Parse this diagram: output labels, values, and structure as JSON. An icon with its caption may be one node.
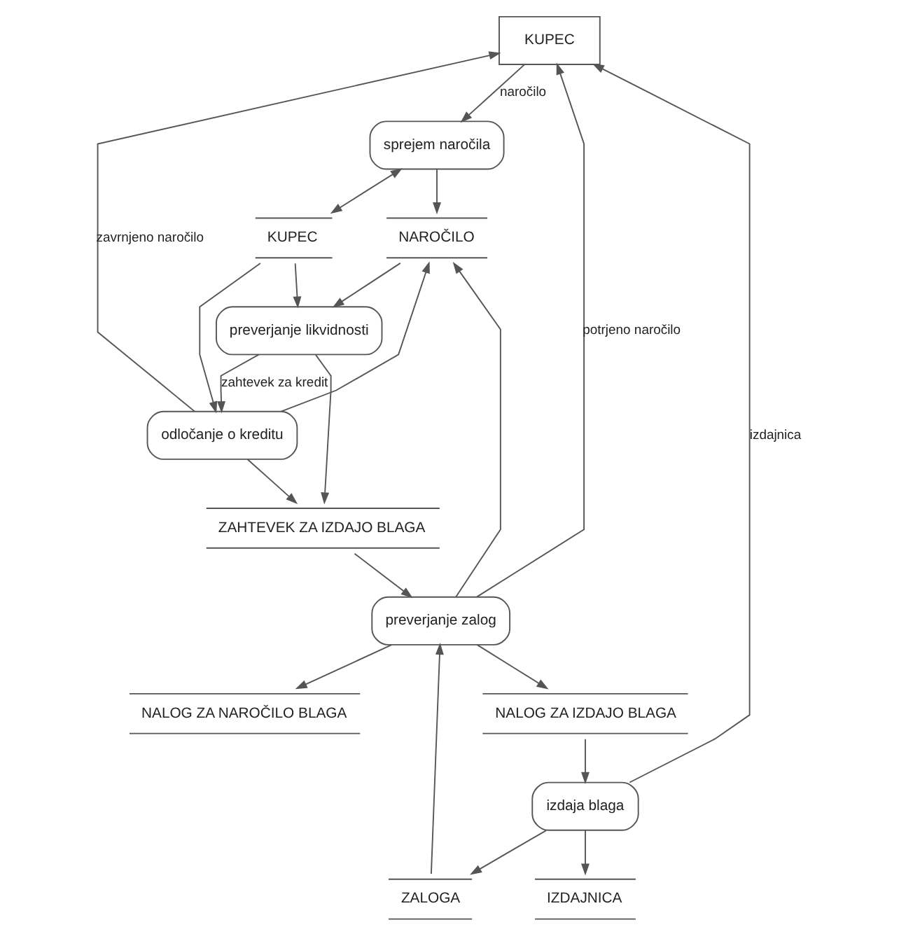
{
  "diagram": {
    "nodes": [
      {
        "text": [
          "KUPEC"
        ]
      },
      {
        "text": [
          "sprejem naročila"
        ]
      },
      {
        "text": [
          "NAROČILO"
        ]
      },
      {
        "text": [
          "KUPEC"
        ]
      },
      {
        "text": [
          "preverjanje likvidnosti"
        ]
      },
      {
        "text": [
          "odločanje o kreditu"
        ]
      },
      {
        "text": [
          "ZAHTEVEK ZA IZDAJO BLAGA"
        ]
      },
      {
        "text": [
          "preverjanje zalog"
        ]
      },
      {
        "text": [
          "ZALOGA"
        ]
      },
      {
        "text": [
          "NALOG ZA IZDAJO BLAGA"
        ]
      },
      {
        "text": [
          "NALOG ZA NAROČILO BLAGA"
        ]
      },
      {
        "text": [
          "izdaja blaga"
        ]
      },
      {
        "text": [
          "IZDAJNICA"
        ]
      }
    ],
    "edges": [
      {
        "from": 0,
        "to": 1,
        "arrow": "to",
        "label": "naročilo"
      },
      {
        "from": 1,
        "to": 2,
        "arrow": "to"
      },
      {
        "from": 1,
        "to": 3,
        "arrow": "both"
      },
      {
        "from": 3,
        "to": 4,
        "arrow": "to"
      },
      {
        "from": 2,
        "to": 4,
        "arrow": "to"
      },
      {
        "from": 4,
        "to": 5,
        "arrow": "to",
        "label": "zahtevek za kredit"
      },
      {
        "from": 3,
        "to": 5,
        "arrow": "to"
      },
      {
        "from": 4,
        "to": 6,
        "arrow": "to"
      },
      {
        "from": 5,
        "to": 6,
        "arrow": "to"
      },
      {
        "from": 5,
        "to": 0,
        "arrow": "to",
        "label": "zavrnjeno naročilo"
      },
      {
        "from": 5,
        "to": 2,
        "arrow": "to"
      },
      {
        "from": 6,
        "to": 7,
        "arrow": "to"
      },
      {
        "from": 7,
        "to": 2,
        "arrow": "to"
      },
      {
        "from": 8,
        "to": 7,
        "arrow": "to"
      },
      {
        "from": 7,
        "to": 0,
        "arrow": "to",
        "label": "potrjeno naročilo"
      },
      {
        "from": 7,
        "to": 10,
        "arrow": "to"
      },
      {
        "from": 7,
        "to": 9,
        "arrow": "to"
      },
      {
        "from": 9,
        "to": 11,
        "arrow": "to"
      },
      {
        "from": 11,
        "to": 8,
        "arrow": "to"
      },
      {
        "from": 11,
        "to": 0,
        "arrow": "to",
        "label": "izdajnica"
      },
      {
        "from": 11,
        "to": 12,
        "arrow": "to"
      }
    ]
  }
}
